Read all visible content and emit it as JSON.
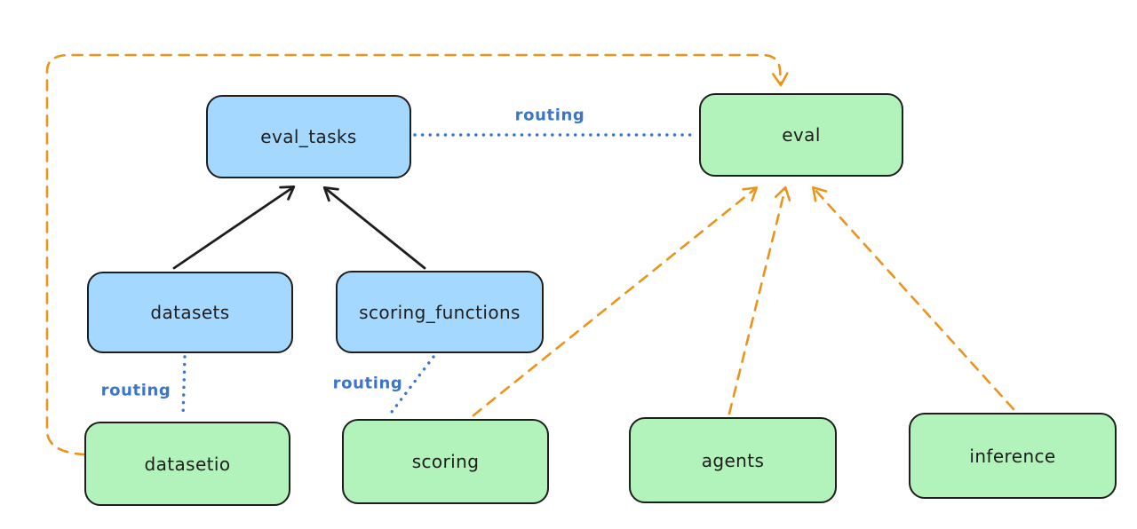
{
  "diagram": {
    "type": "architecture-diagram",
    "background": "#ffffff",
    "nodes": [
      {
        "id": "eval_tasks",
        "label": "eval_tasks",
        "kind": "blue"
      },
      {
        "id": "eval",
        "label": "eval",
        "kind": "green"
      },
      {
        "id": "datasets",
        "label": "datasets",
        "kind": "blue"
      },
      {
        "id": "scoring_functions",
        "label": "scoring_functions",
        "kind": "blue"
      },
      {
        "id": "datasetio",
        "label": "datasetio",
        "kind": "green"
      },
      {
        "id": "scoring",
        "label": "scoring",
        "kind": "green"
      },
      {
        "id": "agents",
        "label": "agents",
        "kind": "green"
      },
      {
        "id": "inference",
        "label": "inference",
        "kind": "green"
      }
    ],
    "edge_labels": [
      {
        "id": "routing-eval_tasks-eval",
        "text": "routing"
      },
      {
        "id": "routing-datasets-datasetio",
        "text": "routing"
      },
      {
        "id": "routing-scoring_functions-scoring",
        "text": "routing"
      }
    ],
    "edges": [
      {
        "from": "datasets",
        "to": "eval_tasks",
        "style": "solid",
        "color": "#1e1e1e",
        "arrow": true
      },
      {
        "from": "scoring_functions",
        "to": "eval_tasks",
        "style": "solid",
        "color": "#1e1e1e",
        "arrow": true
      },
      {
        "from": "eval_tasks",
        "to": "eval",
        "style": "dotted",
        "color": "#3b76c8",
        "arrow": false,
        "label": "routing"
      },
      {
        "from": "datasets",
        "to": "datasetio",
        "style": "dotted",
        "color": "#3b76c8",
        "arrow": false,
        "label": "routing"
      },
      {
        "from": "scoring_functions",
        "to": "scoring",
        "style": "dotted",
        "color": "#3b76c8",
        "arrow": false,
        "label": "routing"
      },
      {
        "from": "datasetio",
        "to": "eval",
        "style": "dashed",
        "color": "#ea941c",
        "arrow": true,
        "route": "around-left-and-top"
      },
      {
        "from": "scoring",
        "to": "eval",
        "style": "dashed",
        "color": "#ea941c",
        "arrow": true
      },
      {
        "from": "agents",
        "to": "eval",
        "style": "dashed",
        "color": "#ea941c",
        "arrow": true
      },
      {
        "from": "inference",
        "to": "eval",
        "style": "dashed",
        "color": "#ea941c",
        "arrow": true
      }
    ],
    "colors": {
      "blue_node_fill": "#a5d8ff",
      "green_node_fill": "#b2f2bb",
      "node_border": "#1e1e1e",
      "node_text": "#1e1e1e",
      "routing_blue": "#3b76c8",
      "orange_arrow": "#ea941c",
      "black_arrow": "#1e1e1e",
      "background": "#ffffff"
    }
  }
}
